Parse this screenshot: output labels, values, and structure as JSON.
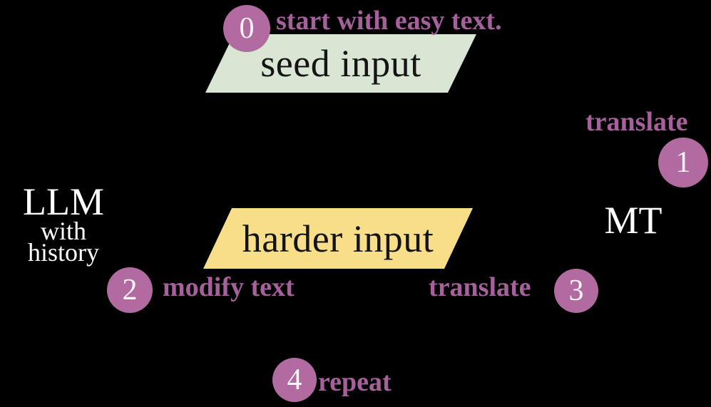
{
  "canvas": {
    "background": "#000000"
  },
  "nodes": {
    "seed": {
      "label": "seed input",
      "fill": "#d8e6d3"
    },
    "harder": {
      "label": "harder input",
      "fill": "#f9de8a"
    }
  },
  "actors": {
    "llm": {
      "title": "LLM",
      "sub1": "with",
      "sub2": "history"
    },
    "mt": {
      "title": "MT"
    }
  },
  "steps": [
    {
      "number": "0",
      "label": "start with easy text."
    },
    {
      "number": "1",
      "label": "translate"
    },
    {
      "number": "2",
      "label": "modify text"
    },
    {
      "number": "3",
      "label": "translate"
    },
    {
      "number": "4",
      "label": "repeat"
    }
  ],
  "colors": {
    "step_circle_fill": "#b26ba0",
    "step_number_text": "#f8f3f6",
    "step_label_text": "#a6619c",
    "node_text": "#141414",
    "actor_text": "#ffffff"
  }
}
